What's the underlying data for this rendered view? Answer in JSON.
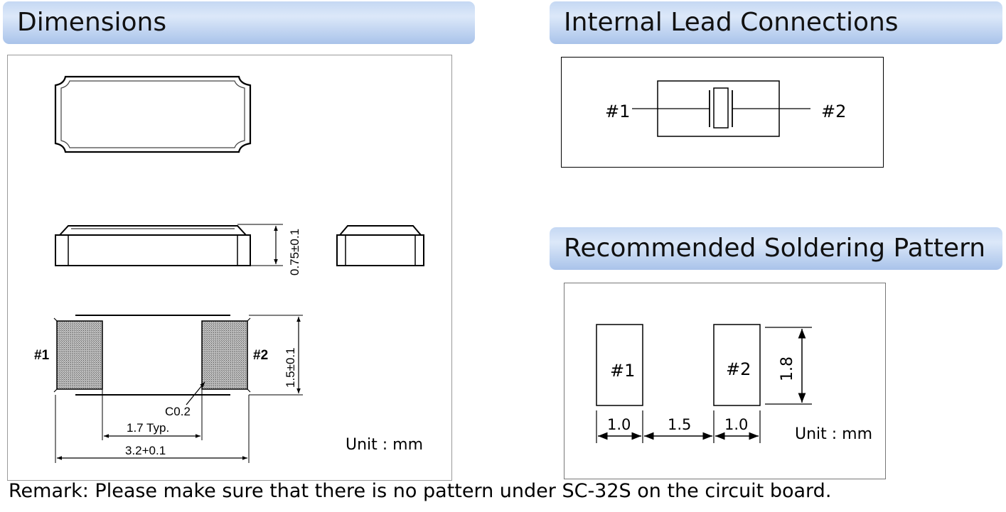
{
  "headers": {
    "dimensions": "Dimensions",
    "lead": "Internal Lead Connections",
    "solder": "Recommended Soldering Pattern"
  },
  "dimensions": {
    "height_label": "0.75±0.1",
    "width_label": "1.5±0.1",
    "pin1": "#1",
    "pin2": "#2",
    "chamfer": "C0.2",
    "pitch": "1.7 Typ.",
    "length": "3.2+0.1",
    "unit": "Unit : mm"
  },
  "lead": {
    "pin1": "#1",
    "pin2": "#2"
  },
  "solder": {
    "pad1": "#1",
    "pad2": "#2",
    "pad_height": "1.8",
    "pad_width_left": "1.0",
    "gap": "1.5",
    "pad_width_right": "1.0",
    "unit": "Unit : mm"
  },
  "remark": "Remark: Please make sure that there is no pattern under SC-32S on the circuit board."
}
